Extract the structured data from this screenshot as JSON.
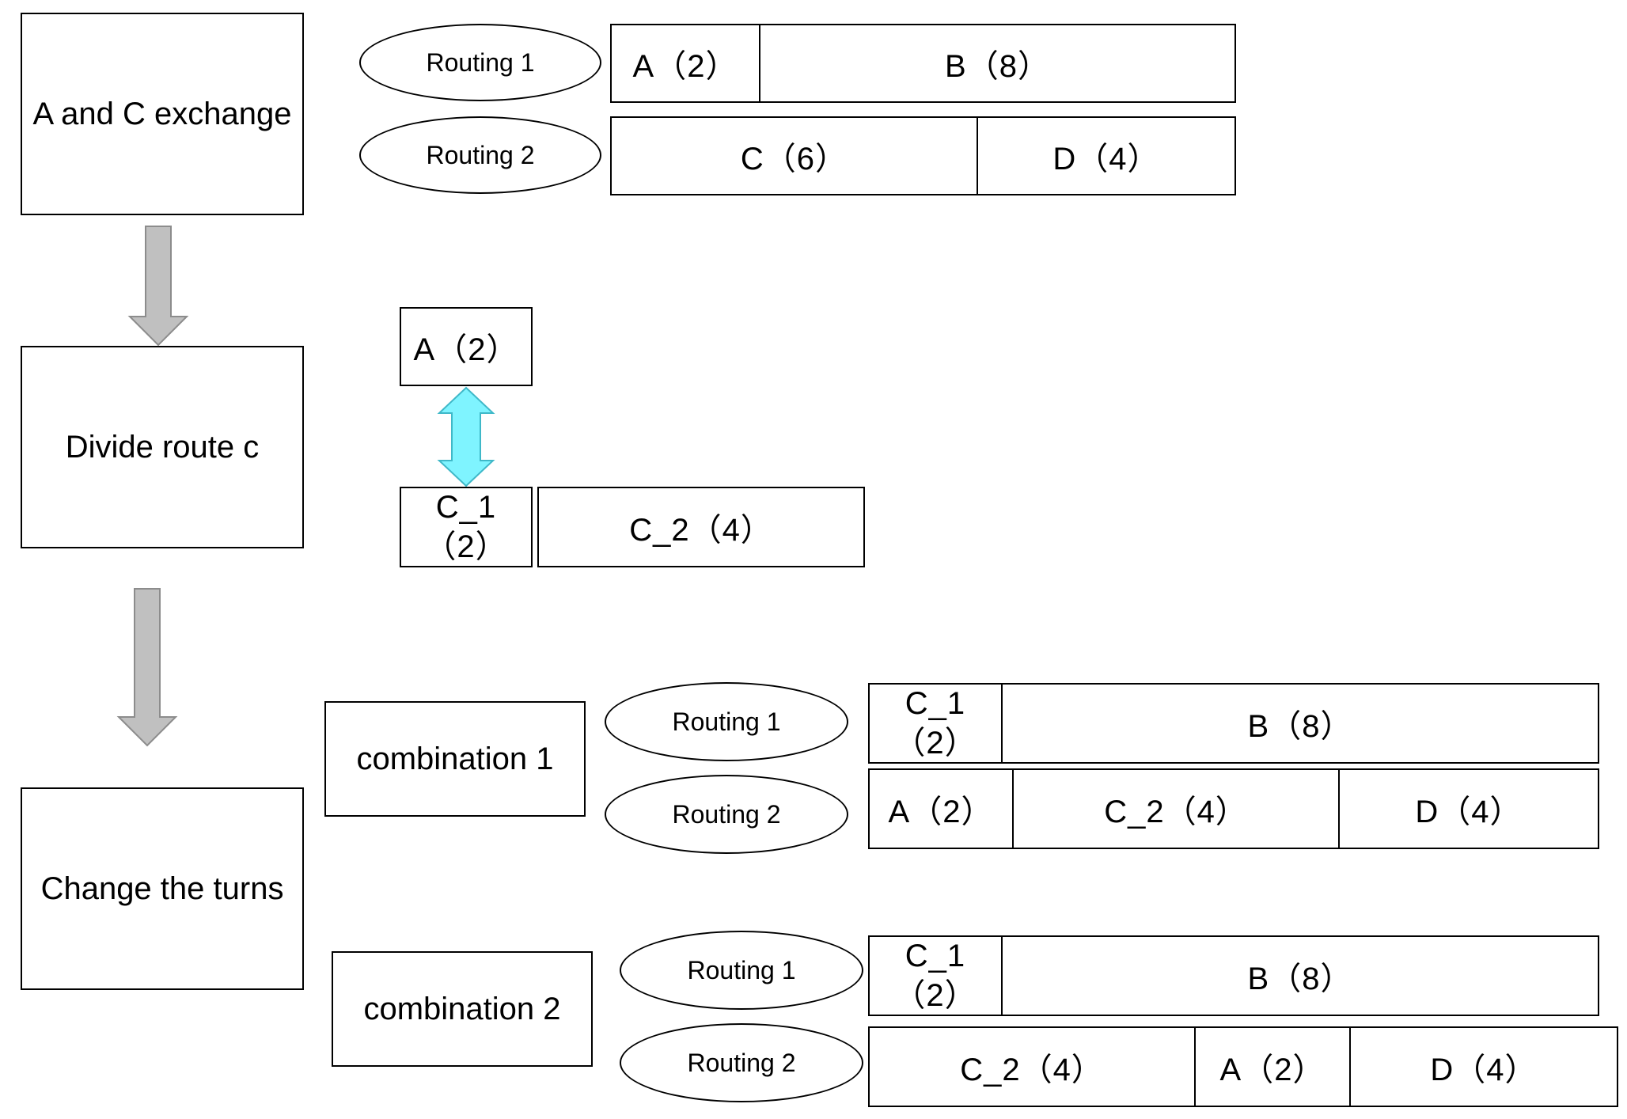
{
  "steps": {
    "s1": "A and C exchange",
    "s2": "Divide route c",
    "s3": "Change the turns"
  },
  "exchange": {
    "r1_label": "Routing 1",
    "r2_label": "Routing 2",
    "r1_cells": [
      "A（2）",
      "B（8）"
    ],
    "r2_cells": [
      "C（6）",
      "D（4）"
    ]
  },
  "divide": {
    "top": "A（2）",
    "c1_line1": "C_1",
    "c1_line2": "（2）",
    "c2": "C_2（4）"
  },
  "combination1": {
    "label": "combination 1",
    "r1_label": "Routing 1",
    "r2_label": "Routing 2",
    "r1_c1_line1": "C_1",
    "r1_c1_line2": "（2）",
    "r1_b": "B（8）",
    "r2_cells": [
      "A（2）",
      "C_2（4）",
      "D（4）"
    ]
  },
  "combination2": {
    "label": "combination 2",
    "r1_label": "Routing 1",
    "r2_label": "Routing 2",
    "r1_c1_line1": "C_1",
    "r1_c1_line2": "（2）",
    "r1_b": "B（8）",
    "r2_cells": [
      "C_2（4）",
      "A（2）",
      "D（4）"
    ]
  },
  "colors": {
    "flow_arrow": "#c0c0c0",
    "swap_arrow": "#7ff4ff"
  }
}
